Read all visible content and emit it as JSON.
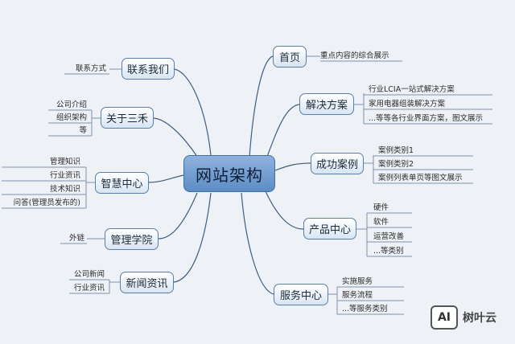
{
  "center": "网站架构",
  "right": [
    {
      "label": "首页",
      "leaves": [
        "重点内容的综合展示"
      ]
    },
    {
      "label": "解决方案",
      "leaves": [
        "行业LCIA一站式解决方案",
        "家用电器组装解决方案",
        "...等等各行业界面方案，图文展示"
      ]
    },
    {
      "label": "成功案例",
      "leaves": [
        "案例类别1",
        "案例类别2",
        "案例列表单页等图文展示"
      ]
    },
    {
      "label": "产品中心",
      "leaves": [
        "硬件",
        "软件",
        "运营改善",
        "...等类别"
      ]
    },
    {
      "label": "服务中心",
      "leaves": [
        "实施服务",
        "服务流程",
        "...等服务类别"
      ]
    }
  ],
  "left": [
    {
      "label": "联系我们",
      "leaves": [
        "联系方式"
      ]
    },
    {
      "label": "关于三禾",
      "leaves": [
        "公司介绍",
        "组织架构",
        "等"
      ]
    },
    {
      "label": "智慧中心",
      "leaves": [
        "管理知识",
        "行业资讯",
        "技术知识",
        "问答(管理员发布的)"
      ]
    },
    {
      "label": "管理学院",
      "leaves": [
        "外链"
      ]
    },
    {
      "label": "新闻资讯",
      "leaves": [
        "公司新闻",
        "行业资讯"
      ]
    }
  ],
  "watermark": {
    "logo_text": "AI",
    "brand": "树叶云"
  }
}
